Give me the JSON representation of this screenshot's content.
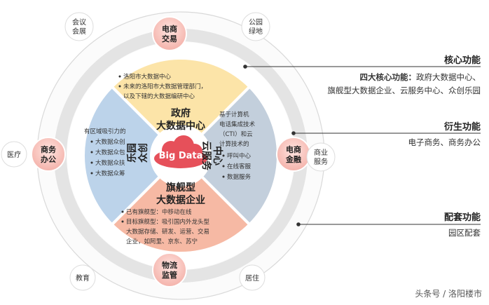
{
  "center": {
    "logo": "Big Data"
  },
  "quadrants": {
    "top": {
      "title": [
        "政府",
        "大数据中心"
      ],
      "bullets": [
        "洛阳市大数据中心",
        "未来的洛阳市大数据管理部门，",
        "以及下辖的大数据编研中心"
      ]
    },
    "left": {
      "title": [
        "众创",
        "乐园"
      ],
      "intro": "有区域吸引力的",
      "bullets": [
        "大数据众创",
        "大数据众包",
        "大数据众扶",
        "大数据众筹"
      ]
    },
    "right": {
      "title": [
        "云服务",
        "中心"
      ],
      "intro": [
        "基于计算机",
        "电话集成技术",
        "（CTI）和云",
        "计算技术的"
      ],
      "bullets": [
        "呼叫中心",
        "在线客服",
        "数据服务"
      ]
    },
    "bottom": {
      "title": [
        "旗舰型",
        "大数据企业"
      ],
      "bullets": [
        "已有旗舰型：中移动在线",
        "目标旗舰型：吸引国内外龙头型",
        "大数据存储、研发、运营、交易",
        "企业，如阿里、京东、苏宁"
      ]
    }
  },
  "ring_nodes": {
    "top": [
      "电商",
      "交易"
    ],
    "right": [
      "电商",
      "金融"
    ],
    "bottom": [
      "物流",
      "监管"
    ],
    "left": [
      "商务",
      "办公"
    ]
  },
  "outer_labels": {
    "meeting": [
      "会议",
      "会展"
    ],
    "park": [
      "公园",
      "绿地"
    ],
    "medical": "医疗",
    "business": [
      "商业",
      "服务"
    ],
    "education": "教育",
    "living": "居住"
  },
  "right_panel": {
    "core": {
      "title": "核心功能",
      "line1_bold": "四大核心功能：",
      "line1_rest": "政府大数据中心、",
      "line2": "旗舰型大数据企业、云服务中心、众创乐园"
    },
    "derived": {
      "title": "衍生功能",
      "line": "电子商务、商务办公"
    },
    "support": {
      "title": "配套功能",
      "line": "园区配套"
    }
  },
  "watermark": "头条号 / 洛阳楼市",
  "colors": {
    "top_quadrant": "#fce4a8",
    "left_quadrant": "#bcd3ea",
    "right_quadrant": "#c3cfdc",
    "bottom_quadrant": "#f6b9a4",
    "ring_node": "#e84e58",
    "center_cloud": "#e6505a",
    "ring_gray": "#e6e6e6"
  }
}
